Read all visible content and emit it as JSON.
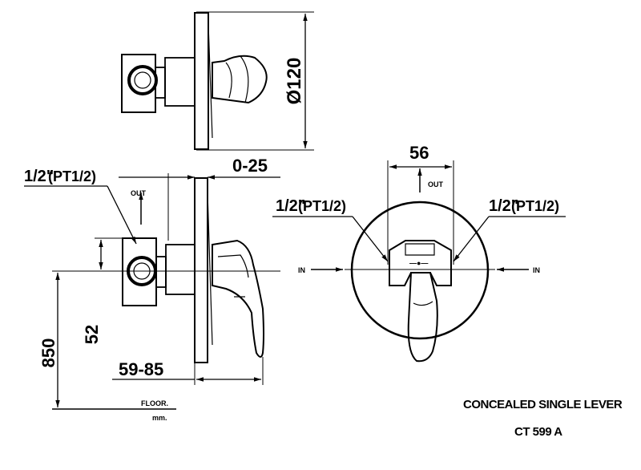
{
  "dimensions": {
    "diameter": "Ø120",
    "offset": "0-25",
    "width": "56",
    "inlet_height": "52",
    "mount_height": "850",
    "depth": "59-85"
  },
  "connections": {
    "left_side": {
      "fraction": "1/2\"",
      "thread": "(PT1/2)"
    },
    "front_left": {
      "fraction": "1/2\"",
      "thread": "(PT1/2)"
    },
    "front_right": {
      "fraction": "1/2\"",
      "thread": "(PT1/2)"
    }
  },
  "flow_labels": {
    "out_side": "OUT",
    "out_front": "OUT",
    "in_left": "IN",
    "in_right": "IN"
  },
  "reference": {
    "floor": "FLOOR.",
    "unit": "mm."
  },
  "product": {
    "name": "CONCEALED SINGLE LEVER",
    "model": "CT 599 A"
  },
  "colors": {
    "ink": "#000000",
    "background": "#ffffff"
  }
}
